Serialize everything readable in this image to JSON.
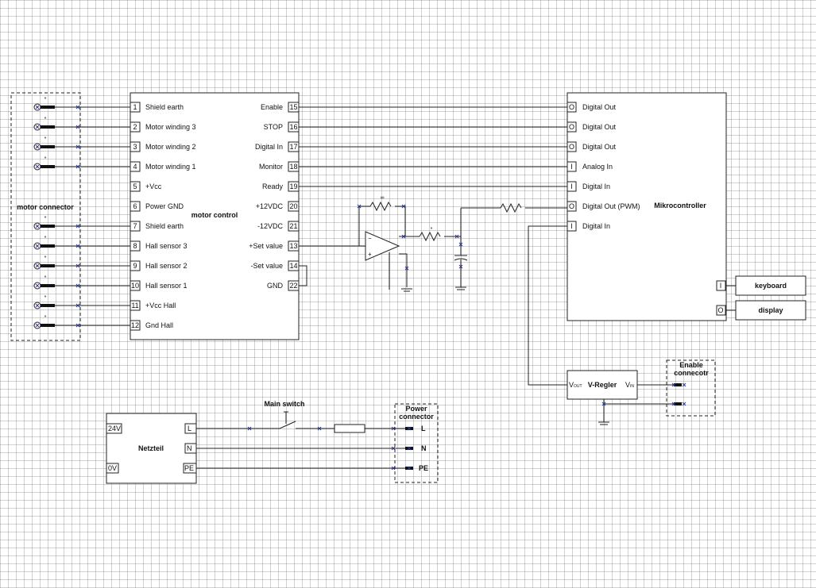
{
  "motor_control": {
    "title": "motor control",
    "left_pins": [
      {
        "num": "1",
        "label": "Shield earth"
      },
      {
        "num": "2",
        "label": "Motor winding 3"
      },
      {
        "num": "3",
        "label": "Motor winding 2"
      },
      {
        "num": "4",
        "label": "Motor winding 1"
      },
      {
        "num": "5",
        "label": "+Vcc"
      },
      {
        "num": "6",
        "label": "Power GND"
      },
      {
        "num": "7",
        "label": "Shield earth"
      },
      {
        "num": "8",
        "label": "Hall sensor 3"
      },
      {
        "num": "9",
        "label": "Hall sensor 2"
      },
      {
        "num": "10",
        "label": "Hall sensor 1"
      },
      {
        "num": "11",
        "label": "+Vcc Hall"
      },
      {
        "num": "12",
        "label": "Gnd Hall"
      }
    ],
    "right_pins": [
      {
        "num": "15",
        "label": "Enable"
      },
      {
        "num": "16",
        "label": "STOP"
      },
      {
        "num": "17",
        "label": "Digital In"
      },
      {
        "num": "18",
        "label": "Monitor"
      },
      {
        "num": "19",
        "label": "Ready"
      },
      {
        "num": "20",
        "label": "+12VDC"
      },
      {
        "num": "21",
        "label": "-12VDC"
      },
      {
        "num": "13",
        "label": "+Set value"
      },
      {
        "num": "14",
        "label": "-Set value"
      },
      {
        "num": "22",
        "label": "GND"
      }
    ]
  },
  "motor_connector": {
    "title": "motor connector"
  },
  "mikrocontroller": {
    "title": "Mikrocontroller",
    "pins": [
      {
        "dir": "O",
        "label": "Digital Out"
      },
      {
        "dir": "O",
        "label": "Digital Out"
      },
      {
        "dir": "O",
        "label": "Digital Out"
      },
      {
        "dir": "I",
        "label": "Analog In"
      },
      {
        "dir": "I",
        "label": "Digital In"
      },
      {
        "dir": "O",
        "label": "Digital Out (PWM)"
      },
      {
        "dir": "I",
        "label": "Digital In"
      }
    ],
    "peripherals": [
      {
        "dir": "I",
        "label": "keyboard"
      },
      {
        "dir": "O",
        "label": "display"
      }
    ]
  },
  "v_regler": {
    "title": "V-Regler",
    "out_label": "V",
    "out_sub": "OUT",
    "in_label": "V",
    "in_sub": "IN"
  },
  "enable_connector": {
    "line1": "Enable",
    "line2": "connecotr"
  },
  "netzteil": {
    "title": "Netzteil",
    "left_pins": [
      "24V",
      "0V"
    ],
    "right_pins": [
      "L",
      "N",
      "PE"
    ]
  },
  "main_switch": {
    "label": "Main switch"
  },
  "power_connector": {
    "line1": "Power",
    "line2": "connector",
    "pins": [
      "L",
      "N",
      "PE"
    ]
  },
  "colors": {
    "wire": "#222222",
    "marker": "#2a3a9a",
    "grid": "#b0b0b0"
  }
}
